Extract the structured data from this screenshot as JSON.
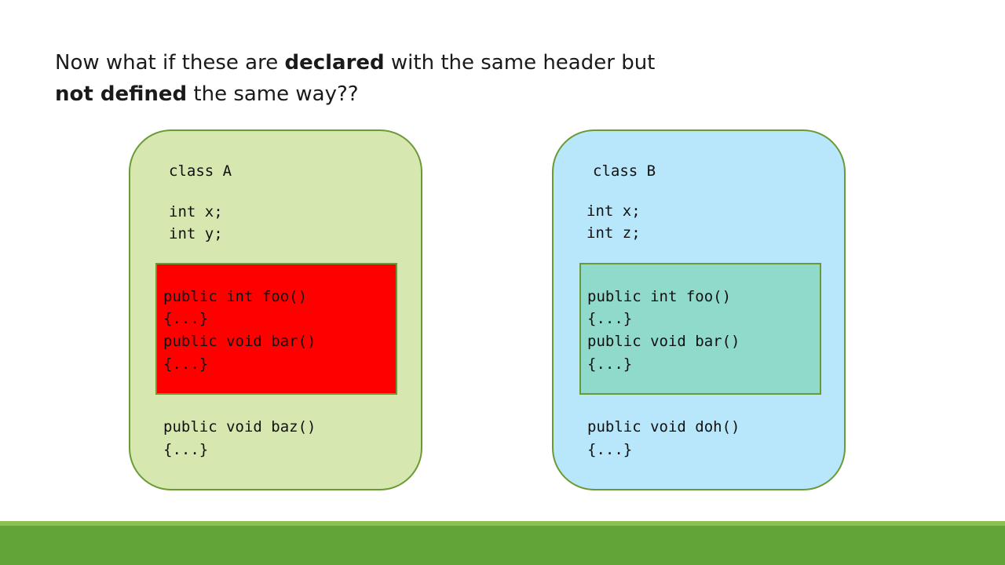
{
  "title": {
    "part1": "Now what if these are ",
    "bold1": "declared",
    "part2": " with the same header but",
    "bold2": "not defined",
    "part3": " the same way??"
  },
  "class_a": {
    "name": "class A",
    "field1": "int x;",
    "field2": "int y;",
    "method1": "public int foo()",
    "body1": "{...}",
    "method2": "public void bar()",
    "body2": "{...}",
    "method3": "public void baz()",
    "body3": "{...}"
  },
  "class_b": {
    "name": "class B",
    "field1": "int x;",
    "field2": "int z;",
    "method1": "public int foo()",
    "body1": "{...}",
    "method2": "public void bar()",
    "body2": "{...}",
    "method3": "public void doh()",
    "body3": "{...}"
  },
  "colors": {
    "class_a_fill": "#d6e8b0",
    "class_b_fill": "#b8e6fa",
    "border": "#6a9a35",
    "conflict_fill": "#ff0000",
    "shared_fill": "#90dacb",
    "footer": "#62a437"
  }
}
